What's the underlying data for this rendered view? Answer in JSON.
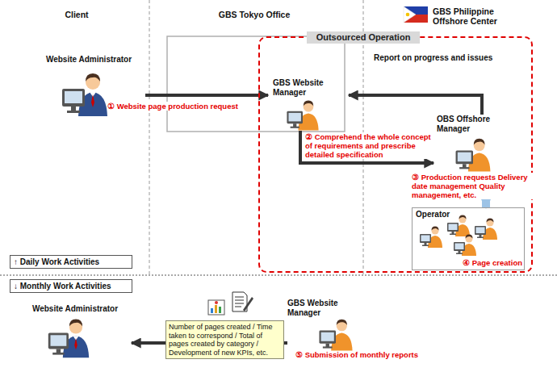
{
  "diagram": {
    "nodes": [
      {
        "text": [
          "Outsourced Operation"
        ]
      },
      {
        "text": [
          "Website Administrator"
        ]
      },
      {
        "text": [
          "GBS Website Manager"
        ],
        "in": 0
      },
      {
        "text": [
          "OBS Offshore Manager"
        ],
        "in": 0
      },
      {
        "text": [
          "Operator",
          "④ Page creation"
        ],
        "in": 0
      },
      {
        "text": [
          "↑ Daily Work Activities"
        ]
      },
      {
        "text": [
          "↓ Monthly Work Activities"
        ]
      },
      {
        "text": [
          "Website Administrator"
        ]
      },
      {
        "text": [
          "GBS Website Manager",
          "⑤ Submission of monthly reports"
        ]
      }
    ],
    "edges": [
      {
        "from": 1,
        "to": 2,
        "arrow": "to",
        "label": "① Website page production request"
      },
      {
        "from": 3,
        "to": 2,
        "arrow": "to",
        "label": "Report on progress and issues"
      },
      {
        "from": 2,
        "to": 3,
        "arrow": "to",
        "label": "② Comprehend the whole concept of requirements and prescribe detailed specification"
      },
      {
        "from": 3,
        "to": 4,
        "arrow": "to",
        "label": "③ Production requests Delivery date management Quality management, etc."
      },
      {
        "from": 8,
        "to": 7,
        "arrow": "to",
        "label": "Number of pages created / Time taken to correspond / Total of pages created by category / Development of new KPIs, etc."
      }
    ],
    "labels": [
      "Client",
      "GBS Tokyo Office",
      "GBS Philippine Offshore Center"
    ]
  }
}
